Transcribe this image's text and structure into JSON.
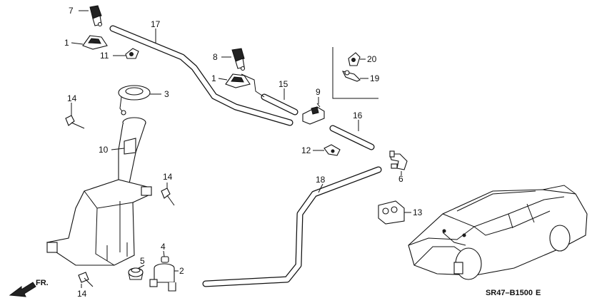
{
  "diagram_code": "SR47–B1500",
  "diagram_suffix": "E",
  "front_indicator": "FR.",
  "callouts": {
    "c1a": "1",
    "c1b": "1",
    "c2": "2",
    "c3": "3",
    "c4": "4",
    "c5": "5",
    "c6": "6",
    "c7": "7",
    "c8": "8",
    "c9": "9",
    "c10": "10",
    "c11": "11",
    "c12": "12",
    "c13": "13",
    "c14a": "14",
    "c14b": "14",
    "c14c": "14",
    "c15": "15",
    "c16": "16",
    "c17": "17",
    "c18": "18",
    "c19": "19",
    "c20": "20"
  }
}
